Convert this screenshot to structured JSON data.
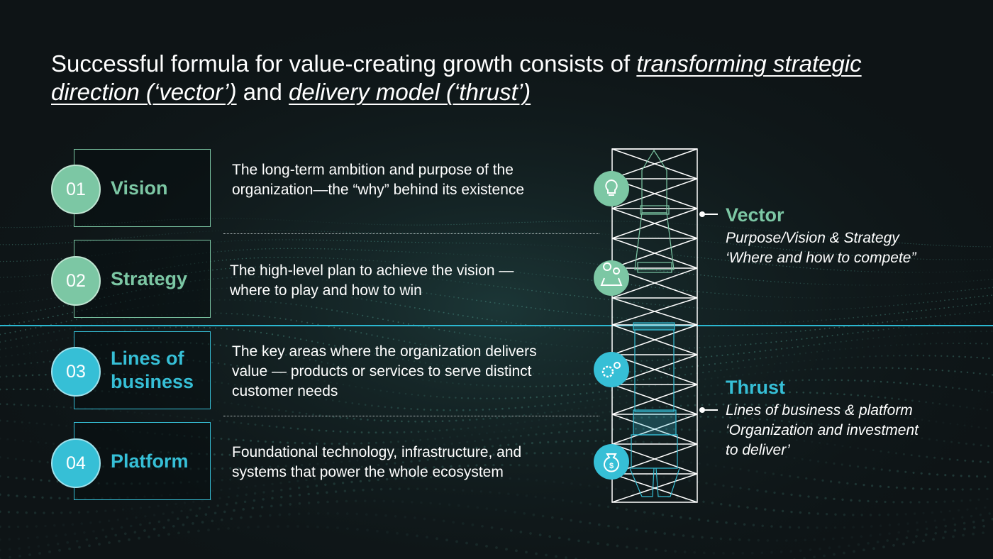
{
  "title": {
    "part1": "Successful formula for value-creating growth consists of ",
    "underlined1": "transforming strategic direction (‘vector’)",
    "part2": " and ",
    "underlined2": "delivery model (‘thrust’)"
  },
  "steps": [
    {
      "num": "01",
      "label": "Vision",
      "description": "The long-term ambition and purpose of the organization—the “why” behind its existence",
      "color": "#7cc7a4",
      "icon": "lightbulb-icon"
    },
    {
      "num": "02",
      "label": "Strategy",
      "description": "The high-level plan to achieve the vision — where to play and how to win",
      "color": "#7cc7a4",
      "icon": "map-pin-icon"
    },
    {
      "num": "03",
      "label": "Lines of business",
      "description": "The key areas where the organization delivers value — products or services to serve distinct customer needs",
      "color": "#36bfd6",
      "icon": "gears-icon"
    },
    {
      "num": "04",
      "label": "Platform",
      "description": "Foundational technology, infrastructure, and systems that power the whole ecosystem",
      "color": "#36bfd6",
      "icon": "money-bag-icon"
    }
  ],
  "vector": {
    "title": "Vector",
    "line1": "Purpose/Vision & Strategy",
    "line2": "‘Where and how to compete”",
    "color": "#7cc7a4"
  },
  "thrust": {
    "title": "Thrust",
    "line1": "Lines of business & platform",
    "line2": "‘Organization and investment",
    "line3": "to deliver’",
    "color": "#36bfd6"
  },
  "colors": {
    "background": "#0e1416",
    "green_accent": "#7cc7a4",
    "teal_accent": "#36bfd6"
  }
}
